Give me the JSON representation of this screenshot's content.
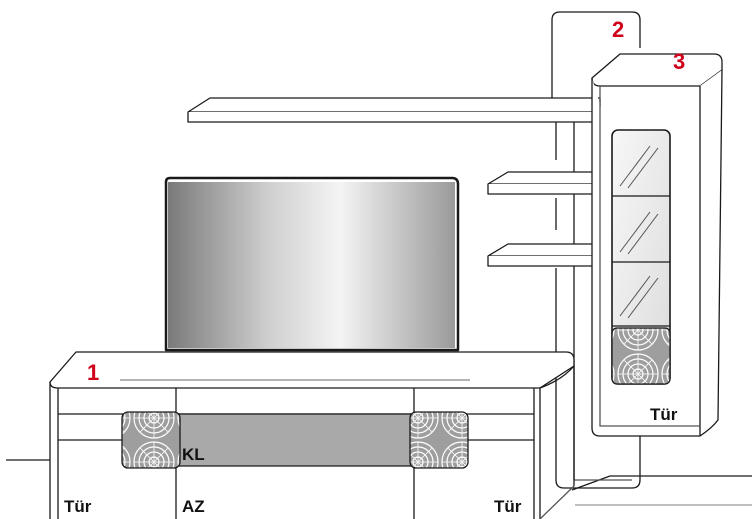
{
  "diagram": {
    "part_numbers": {
      "lowboard": "1",
      "back_panel": "2",
      "vitrine": "3"
    },
    "labels": {
      "vitrine_door": "Tür",
      "drawer": "KL",
      "left_door": "Tür",
      "center_flap": "AZ",
      "right_door": "Tür"
    }
  },
  "colors": {
    "part_number": "#d0021b",
    "line": "#1a1a1a",
    "screen_dark": "#8a8a8a",
    "screen_light": "#f2f2f2",
    "drawer_panel": "#a9a9a9",
    "glass_pattern": "#b8b8b8"
  }
}
